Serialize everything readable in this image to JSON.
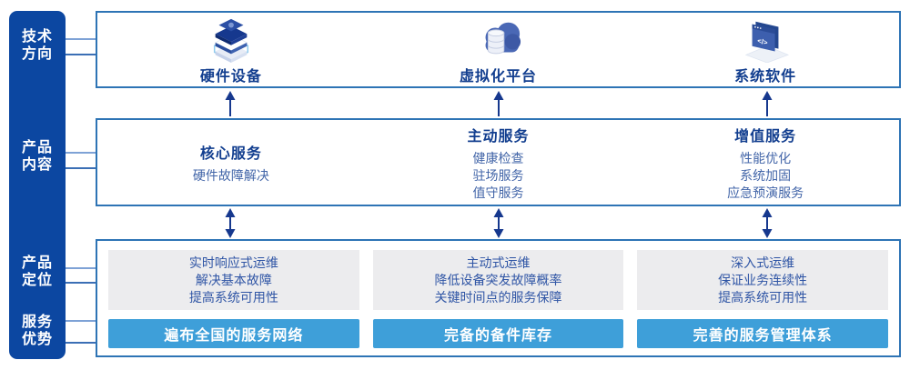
{
  "palette": {
    "rail_blue": "#0C47A1",
    "box_border_blue": "#2E74B5",
    "heading_navy": "#123E8F",
    "subtext_blue": "#4265A8",
    "arrow_navy": "#16388E",
    "advantage_bar_blue": "#3E9FD9",
    "panel_gray": "#ECECEE",
    "panel_text_blue": "#2F55A5"
  },
  "rail": {
    "labels": [
      {
        "text": "技术\n方向"
      },
      {
        "text": "产品\n内容"
      },
      {
        "text": "产品\n定位"
      },
      {
        "text": "服务\n优势"
      }
    ]
  },
  "tech": {
    "items": [
      {
        "label": "硬件设备",
        "icon": "server-stack-icon"
      },
      {
        "label": "虚拟化平台",
        "icon": "cloud-database-icon"
      },
      {
        "label": "系统软件",
        "icon": "code-window-icon"
      }
    ]
  },
  "content": {
    "columns": [
      {
        "title": "核心服务",
        "items": [
          "硬件故障解决"
        ]
      },
      {
        "title": "主动服务",
        "items": [
          "健康检查",
          "驻场服务",
          "值守服务"
        ]
      },
      {
        "title": "增值服务",
        "items": [
          "性能优化",
          "系统加固",
          "应急预演服务"
        ]
      }
    ]
  },
  "positioning": {
    "columns": [
      {
        "lines": [
          "实时响应式运维",
          "解决基本故障",
          "提高系统可用性"
        ],
        "advantage": "遍布全国的服务网络"
      },
      {
        "lines": [
          "主动式运维",
          "降低设备突发故障概率",
          "关键时间点的服务保障"
        ],
        "advantage": "完备的备件库存"
      },
      {
        "lines": [
          "深入式运维",
          "保证业务连续性",
          "提高系统可用性"
        ],
        "advantage": "完善的服务管理体系"
      }
    ]
  }
}
